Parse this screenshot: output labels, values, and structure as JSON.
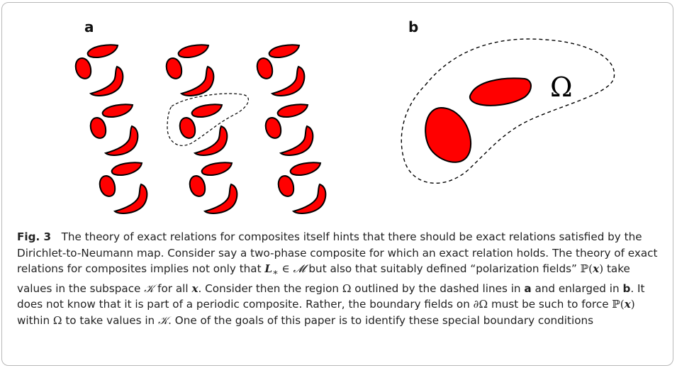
{
  "figure": {
    "label_a": "a",
    "label_b": "b",
    "omega_symbol": "Ω",
    "colors": {
      "inclusion_fill": "#ff0000",
      "stroke": "#000000",
      "frame": "#b8b8b8"
    }
  },
  "caption": {
    "fig_label": "Fig. 3",
    "s1": "The theory of exact relations for composites itself hints that there should be exact relations satisfied by the Dirichlet-to-Neumann map. Consider say a two-phase composite for which an exact relation holds. The theory of exact relations for composites implies not only that ",
    "L": "L",
    "Lsub": "∗",
    "in1": " ∈ ",
    "M": "𝓜",
    "s2": " but also that suitably defined “polarization fields” ",
    "P1": "ℙ(",
    "x1": "x",
    "P1c": ")",
    "s3": " take values in the subspace ",
    "K1": "𝒦",
    "s4": " for all ",
    "x2": "x",
    "s5": ". Consider then the region ",
    "O1": "Ω",
    "s6": " outlined by the dashed lines in ",
    "a": "a",
    "s7": " and enlarged in ",
    "b": "b",
    "s8": ". It does not know that it is part of a periodic composite. Rather, the boundary fields on ",
    "dO": "∂Ω",
    "s9": " must be such to force ",
    "P2": "ℙ(",
    "x3": "x",
    "P2c": ")",
    "s10": " within ",
    "O2": "Ω",
    "s11": " to take values in ",
    "K2": "𝒦",
    "s12": ". One of the goals of this paper is to identify these special boundary conditions"
  }
}
